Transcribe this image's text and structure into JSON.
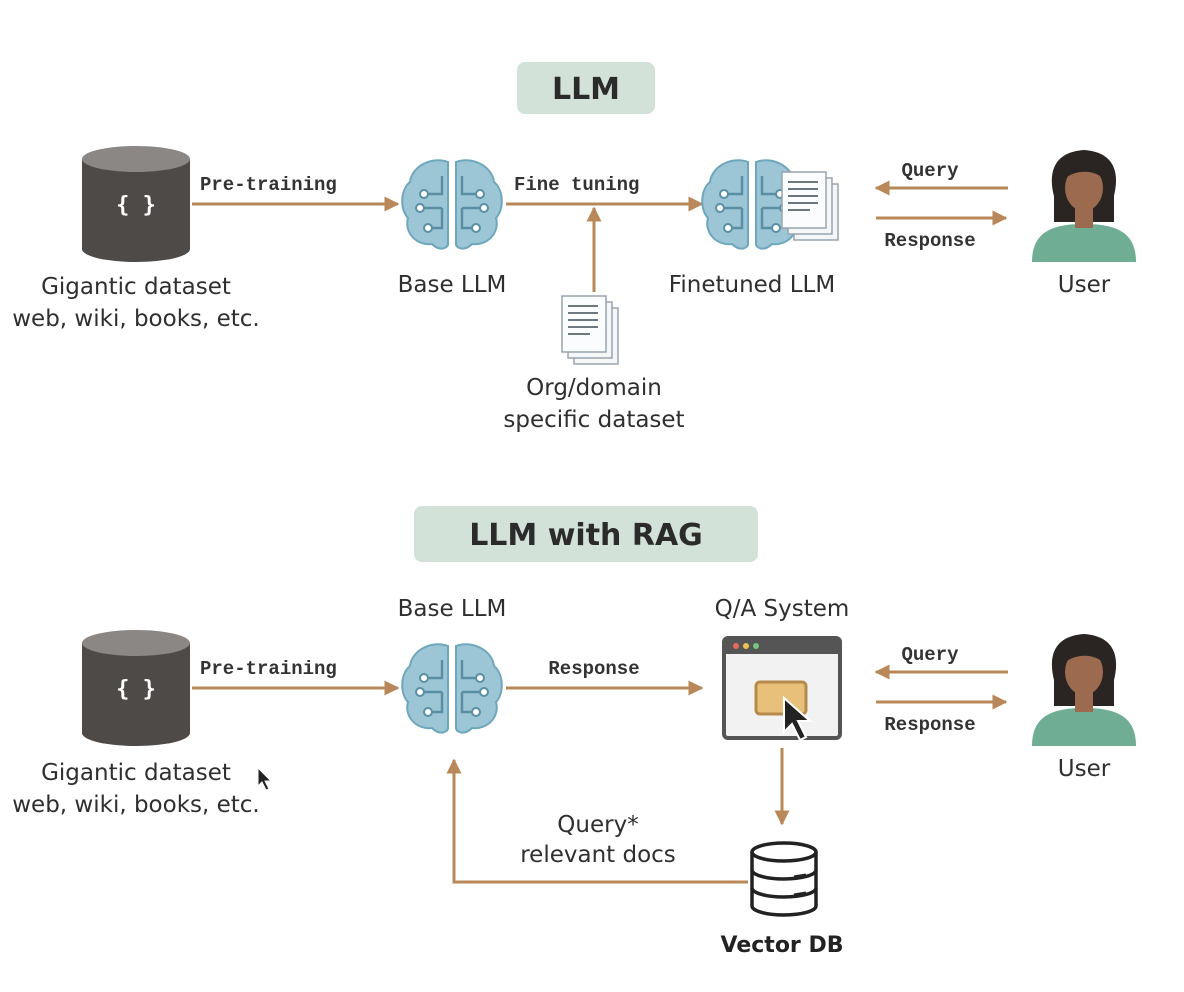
{
  "top": {
    "title": "LLM",
    "pretraining_label": "Pre-training",
    "finetuning_label": "Fine tuning",
    "query_label": "Query",
    "response_label": "Response",
    "dataset_line1": "Gigantic dataset",
    "dataset_line2": "web, wiki, books, etc.",
    "base_llm": "Base LLM",
    "finetuned_llm": "Finetuned LLM",
    "org_line1": "Org/domain",
    "org_line2": "specific dataset",
    "user": "User",
    "db_glyph": "{ }"
  },
  "bottom": {
    "title": "LLM with RAG",
    "pretraining_label": "Pre-training",
    "response_mid_label": "Response",
    "query_label": "Query",
    "response_label": "Response",
    "dataset_line1": "Gigantic dataset",
    "dataset_line2": "web, wiki, books, etc.",
    "base_llm": "Base LLM",
    "qa_system": "Q/A System",
    "user": "User",
    "query_line1": "Query*",
    "query_line2": "relevant docs",
    "vector_db": "Vector DB",
    "db_glyph": "{ }"
  },
  "colors": {
    "arrow": "#b8885a",
    "title_badge": "#d3e2d9",
    "brain": "#9cc6d6",
    "database": "#4d4a48",
    "user_shirt": "#6fae94",
    "user_skin": "#9c6a4e",
    "user_hair": "#2a2522"
  }
}
